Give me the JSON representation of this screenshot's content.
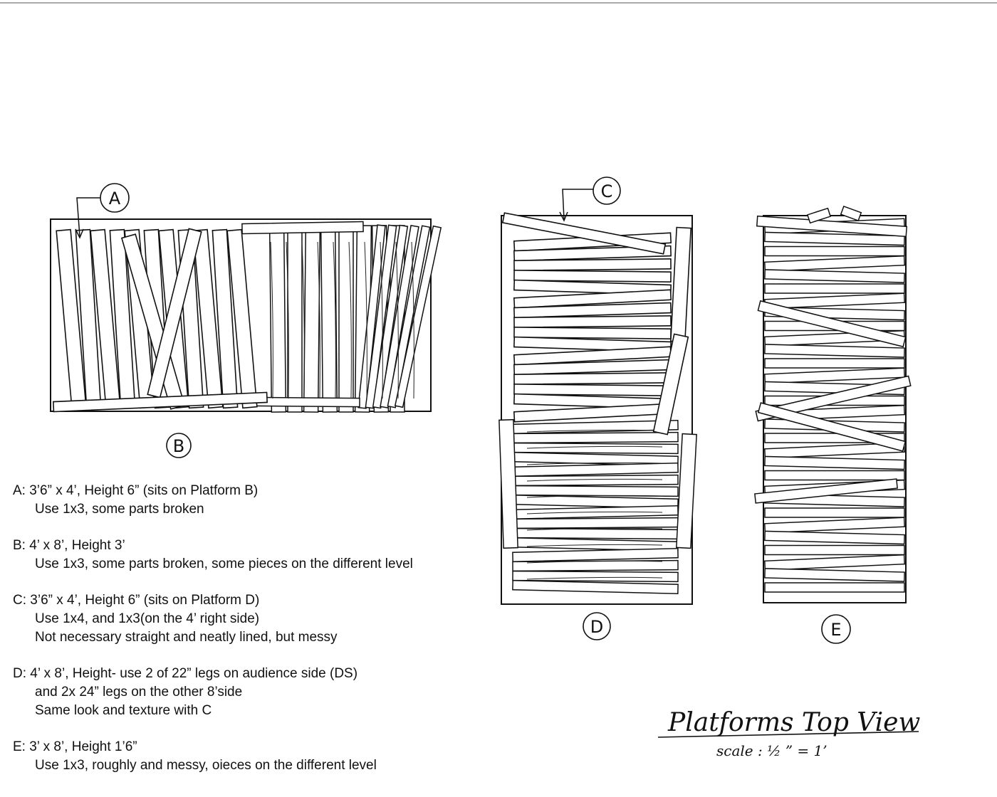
{
  "labels": {
    "a": "A",
    "b": "B",
    "c": "C",
    "d": "D",
    "e": "E"
  },
  "notes": [
    {
      "lines": [
        "A: 3’6” x 4’, Height 6” (sits on Platform B)",
        "Use 1x3, some parts broken"
      ]
    },
    {
      "lines": [
        "B: 4’ x 8’, Height 3’",
        "Use 1x3, some parts broken, some pieces on the different level"
      ]
    },
    {
      "lines": [
        "C: 3’6” x 4’, Height 6” (sits on Platform D)",
        "Use 1x4, and 1x3(on the 4’ right side)",
        "Not necessary straight and neatly lined, but messy"
      ]
    },
    {
      "lines": [
        "D: 4’ x 8’, Height- use 2 of 22” legs on audience side (DS)",
        "and 2x 24” legs on the other 8’side",
        "Same look and texture with C"
      ]
    },
    {
      "lines": [
        "E: 3’ x 8’, Height 1’6”",
        "Use 1x3, roughly and messy, oieces on the different level"
      ]
    }
  ],
  "title": {
    "heading": "Platforms Top View",
    "scale": "scale : ½ ” = 1’"
  }
}
